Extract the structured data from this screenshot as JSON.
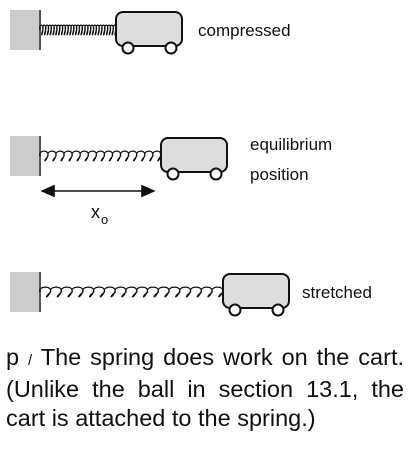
{
  "panels": [
    {
      "label_lines": [
        "compressed"
      ]
    },
    {
      "label_lines": [
        "equilibrium",
        "position"
      ]
    },
    {
      "label_lines": [
        "stretched"
      ]
    }
  ],
  "displacement": {
    "symbol": "x",
    "subscript": "o"
  },
  "caption": {
    "tag": "p",
    "separator": "/",
    "text": "The spring does work on the cart. (Unlike the ball in section 13.1, the cart is attached to the spring.)"
  },
  "colors": {
    "wall": "#cccccc",
    "wall_edge": "#555555",
    "cart_fill": "#dddddd",
    "ink": "#111111"
  }
}
